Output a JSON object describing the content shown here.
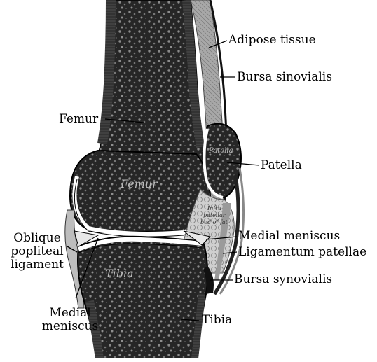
{
  "labels": {
    "adipose_tissue": "Adipose tissue",
    "bursa_sinovialis": "Bursa sinovialis",
    "femur": "Femur",
    "patella": "Patella",
    "oblique_popliteal_ligament": [
      "Oblique",
      "popliteal",
      "ligament"
    ],
    "medial_meniscus_right": "Medial meniscus",
    "ligamentum_patellae": "Ligamentum patellae",
    "bursa_synovialis": "Bursa synovialis",
    "medial_meniscus_left": [
      "Medial",
      "meniscus"
    ],
    "tibia": "Tibia"
  },
  "inscriptions": {
    "femur": "Femur",
    "tibia": "Tibia",
    "patella": "Patella",
    "infrapatellar": [
      "Infra",
      "patellar",
      "bod of fat"
    ]
  },
  "colors": {
    "ink": "#000000",
    "bone": "#2e2e2e",
    "soft_tissue": "#9a9a9a",
    "cartilage": "#ffffff"
  }
}
